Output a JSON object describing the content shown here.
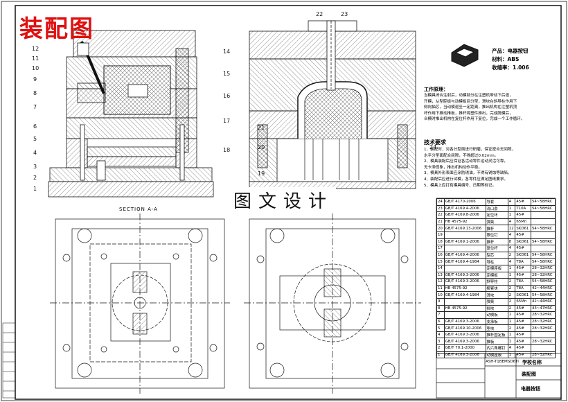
{
  "header": {
    "title": "装配图",
    "watermark": "图文设计"
  },
  "product_info": {
    "product": "产品：电器按钮",
    "material": "材料：ABS",
    "shrinkage": "收缩率：1.006"
  },
  "work_process": {
    "heading": "工作原理：",
    "lines": [
      "当模具闭合注射后，动模部分在注塑机带动下后退，",
      "开模，从型腔板与动模板间分型，滑块在斜导柱作用下",
      "侧向抽芯，当动模退至一定距离，推出机构在注塑机顶",
      "杆作用下推动推板，推杆将塑件推出，完成脱模后，",
      "合模时推出机构在复位杆作用下复位，完成一个工作循环。"
    ]
  },
  "tech_requirements": {
    "heading": "技术要求",
    "lines": [
      "1、装配时，对各分型面进行研磨，保证密合无间隙，",
      "   水平分型面配合间隙，不得超过0.02mm。",
      "2、模具装配后应保证各活动零件运动灵活可靠，",
      "   无卡滞现象，推出机构动作平稳。",
      "3、模具外形表面应涂防锈油，不得有锈蚀等缺陷。",
      "4、装配后应进行试模，各零件应满足图纸要求。",
      "5、模具上应打有模具编号、日期等标记。"
    ]
  },
  "views": {
    "section_label": "SECTION A-A"
  },
  "callouts_left": [
    "1",
    "2",
    "3",
    "4",
    "5",
    "6",
    "7",
    "8",
    "9",
    "10",
    "11",
    "12"
  ],
  "callouts_mid": [
    "14",
    "15",
    "16",
    "17",
    "18"
  ],
  "callouts_right": [
    "19",
    "20",
    "21",
    "22",
    "23",
    "24"
  ],
  "bom": {
    "rows": [
      [
        "24",
        "GB/T 4170-2006",
        "导套",
        "4",
        "45#",
        "54~58HRC"
      ],
      [
        "23",
        "GB/T 4169.4-2006",
        "浇口套",
        "1",
        "T10A",
        "54~58HRC"
      ],
      [
        "22",
        "GB/T 4169.8-2006",
        "定位环",
        "1",
        "45#",
        ""
      ],
      [
        "21",
        "HB 4575-92",
        "弹簧",
        "4",
        "65Mn",
        ""
      ],
      [
        "20",
        "GB/T 4169.13-2006",
        "推杆",
        "12",
        "SKD61",
        "54~58HRC"
      ],
      [
        "19",
        "",
        "限位钉",
        "4",
        "45#",
        ""
      ],
      [
        "18",
        "GB/T 4169.1-2006",
        "推杆",
        "8",
        "SKD61",
        "54~58HRC"
      ],
      [
        "17",
        "",
        "复位杆",
        "4",
        "45#",
        ""
      ],
      [
        "16",
        "GB/T 4169.4-2006",
        "型芯",
        "2",
        "SKD61",
        "54~58HRC"
      ],
      [
        "15",
        "GB/T 4169.4-1984",
        "导柱",
        "4",
        "T8A",
        "54~58HRC"
      ],
      [
        "14",
        "",
        "定模座板",
        "1",
        "45#",
        "28~32HRC"
      ],
      [
        "13",
        "GB/T 4169.3-2006",
        "定模板",
        "1",
        "45#",
        "28~32HRC"
      ],
      [
        "12",
        "GB/T 4169.3-2006",
        "斜导柱",
        "2",
        "T8A",
        "54~58HRC"
      ],
      [
        "11",
        "HB 4575-92",
        "楔紧块",
        "2",
        "T8A",
        "42~44HRC"
      ],
      [
        "10",
        "GB/T 4169.4-1984",
        "滑块",
        "2",
        "SKD61",
        "54~58HRC"
      ],
      [
        "9",
        "",
        "弹簧",
        "2",
        "65Mn",
        "42~44HRC"
      ],
      [
        "8",
        "HB 4575-92",
        "挡块",
        "2",
        "45#",
        "43~47HRC"
      ],
      [
        "7",
        "",
        "动模板",
        "1",
        "45#",
        "28~32HRC"
      ],
      [
        "6",
        "GB/T 4169.3-2006",
        "支承板",
        "1",
        "45#",
        "28~32HRC"
      ],
      [
        "5",
        "GB/T 4169.10-2006",
        "垫块",
        "2",
        "45#",
        "28~32HRC"
      ],
      [
        "4",
        "GB/T 4169.3-2006",
        "推杆固定板",
        "1",
        "45#",
        ""
      ],
      [
        "3",
        "GB/T 4169.3-2006",
        "推板",
        "1",
        "45#",
        "28~32HRC"
      ],
      [
        "2",
        "GB/T 70.1-2000",
        "内六角螺钉",
        "4",
        "45#",
        ""
      ],
      [
        "1",
        "GB/T 4169.3-2006",
        "动模座板",
        "1",
        "45#",
        "28~32HRC"
      ]
    ]
  },
  "title_block": {
    "code": "ASH-T1BEMSD6TI",
    "school": "学校名称",
    "drawing": "装配图",
    "product": "电器按钮"
  },
  "colors": {
    "title_red": "#e01010",
    "line": "#111111"
  }
}
